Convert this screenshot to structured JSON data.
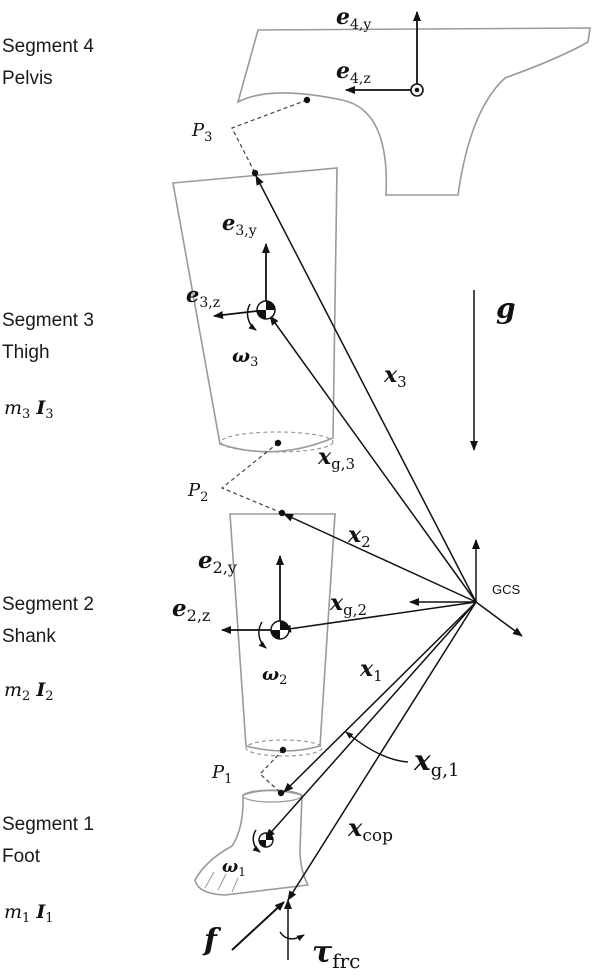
{
  "segments": {
    "seg4": {
      "line1": "Segment 4",
      "line2": "Pelvis"
    },
    "seg3": {
      "line1": "Segment 3",
      "line2": "Thigh"
    },
    "seg2": {
      "line1": "Segment 2",
      "line2": "Shank"
    },
    "seg1": {
      "line1": "Segment 1",
      "line2": "Foot"
    }
  },
  "mass_inertia": {
    "m3": {
      "m": "m",
      "msub": "3",
      "I": "I",
      "isub": "3"
    },
    "m2": {
      "m": "m",
      "msub": "2",
      "I": "I",
      "isub": "2"
    },
    "m1": {
      "m": "m",
      "msub": "1",
      "I": "I",
      "isub": "1"
    }
  },
  "axes": {
    "e4y": {
      "base": "e",
      "sub": "4,y"
    },
    "e4z": {
      "base": "e",
      "sub": "4,z"
    },
    "e3y": {
      "base": "e",
      "sub": "3,y"
    },
    "e3z": {
      "base": "e",
      "sub": "3,z"
    },
    "e2y": {
      "base": "e",
      "sub": "2,y"
    },
    "e2z": {
      "base": "e",
      "sub": "2,z"
    }
  },
  "omegas": {
    "w3": {
      "base": "ω",
      "sub": "3"
    },
    "w2": {
      "base": "ω",
      "sub": "2"
    },
    "w1": {
      "base": "ω",
      "sub": "1"
    }
  },
  "points": {
    "P3": {
      "base": "P",
      "sub": "3"
    },
    "P2": {
      "base": "P",
      "sub": "2"
    },
    "P1": {
      "base": "P",
      "sub": "1"
    }
  },
  "vectors": {
    "x3": {
      "base": "x",
      "sub": "3"
    },
    "xg3": {
      "base": "x",
      "sub": "g,3"
    },
    "x2": {
      "base": "x",
      "sub": "2"
    },
    "xg2": {
      "base": "x",
      "sub": "g,2"
    },
    "x1": {
      "base": "x",
      "sub": "1"
    },
    "xg1": {
      "base": "x",
      "sub": "g,1"
    },
    "xcop": {
      "base": "x",
      "sub": "cop"
    }
  },
  "gravity": "g",
  "gcs": "GCS",
  "force": "f",
  "torque": {
    "base": "τ",
    "sub": "frc"
  }
}
